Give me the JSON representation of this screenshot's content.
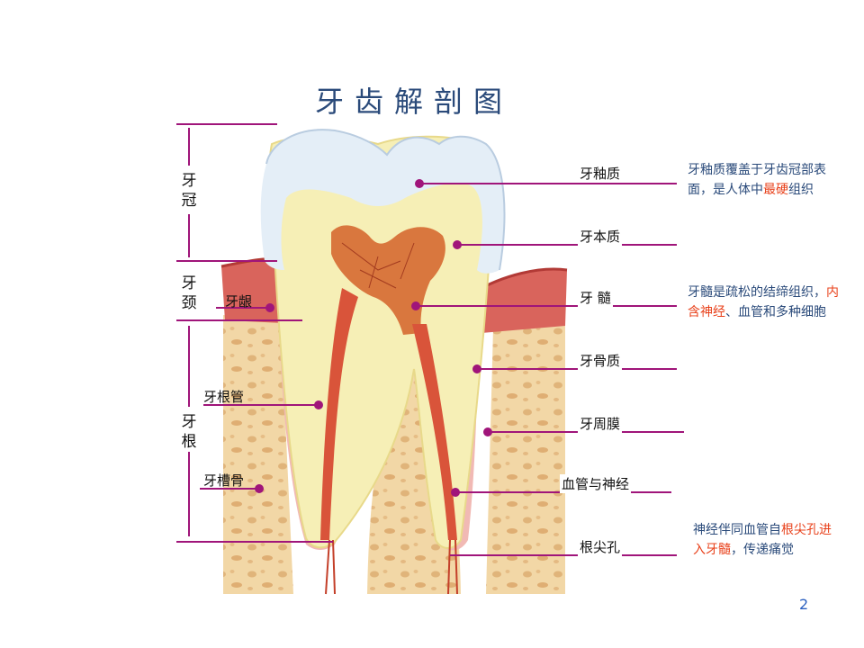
{
  "title": "牙齿解剖图",
  "regions": {
    "crown": "牙冠",
    "neck": "牙颈",
    "root": "牙根"
  },
  "left_labels": {
    "gum": "牙龈",
    "root_canal": "牙根管",
    "alveolar_bone": "牙槽骨"
  },
  "right_labels": {
    "enamel": "牙釉质",
    "dentin": "牙本质",
    "pulp": "牙 髓",
    "cementum": "牙骨质",
    "periodontal": "牙周膜",
    "vessels_nerves": "血管与神经",
    "apex": "根尖孔"
  },
  "notes": {
    "enamel": {
      "part1": "牙釉质覆盖于牙齿冠部表面，是人体中",
      "highlight": "最硬",
      "part2": "组织"
    },
    "pulp": {
      "part1": "牙髓是疏松的结缔组织，",
      "highlight": "内含神经",
      "part2": "、血管和多种细胞"
    },
    "apex": {
      "part1": "神经伴同血管自",
      "highlight": "根尖孔进入牙髓",
      "part2": "，传递痛觉"
    }
  },
  "page_number": "2",
  "colors": {
    "leader": "#a0157a",
    "note_text": "#2a4a7a",
    "highlight": "#e8401a"
  }
}
